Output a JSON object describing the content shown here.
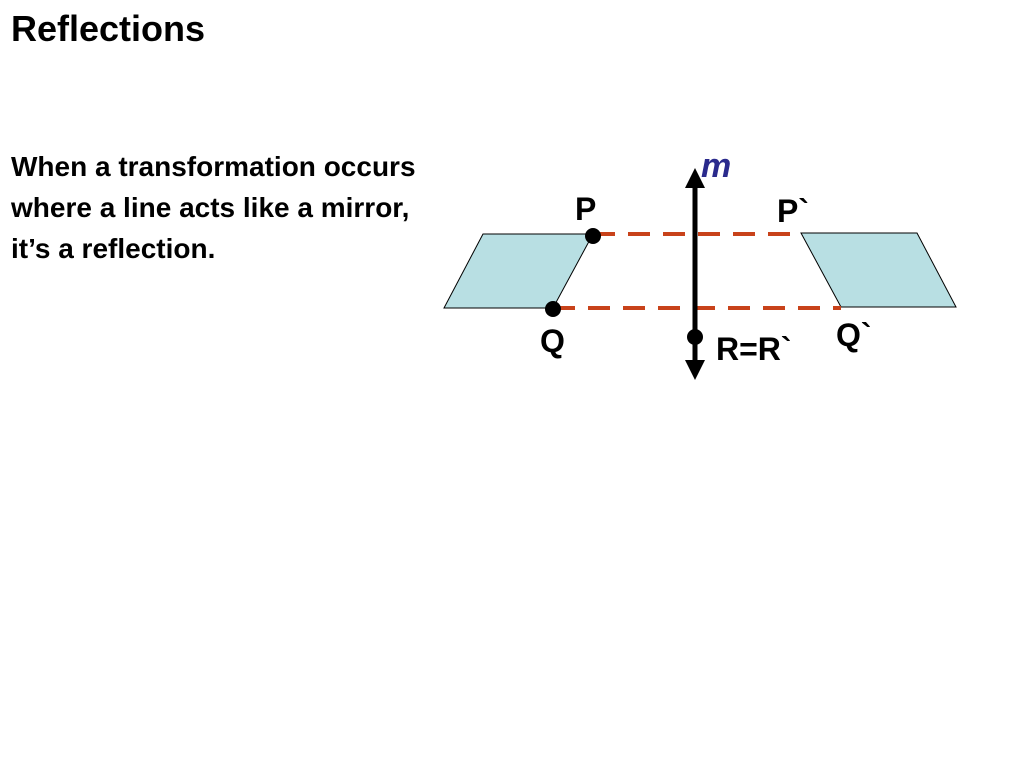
{
  "slide": {
    "title": "Reflections",
    "description": "When a transformation occurs where a line acts like a mirror, it’s a reflection."
  },
  "diagram": {
    "line_label": "m",
    "labels": {
      "p": "P",
      "p_prime": "P`",
      "q": "Q",
      "q_prime": "Q`",
      "r": "R=R`"
    },
    "colors": {
      "shape_fill": "#b8dfe3",
      "dashed_line": "#c8421a",
      "mirror_label": "#2a2a8c",
      "ink": "#000000"
    }
  }
}
